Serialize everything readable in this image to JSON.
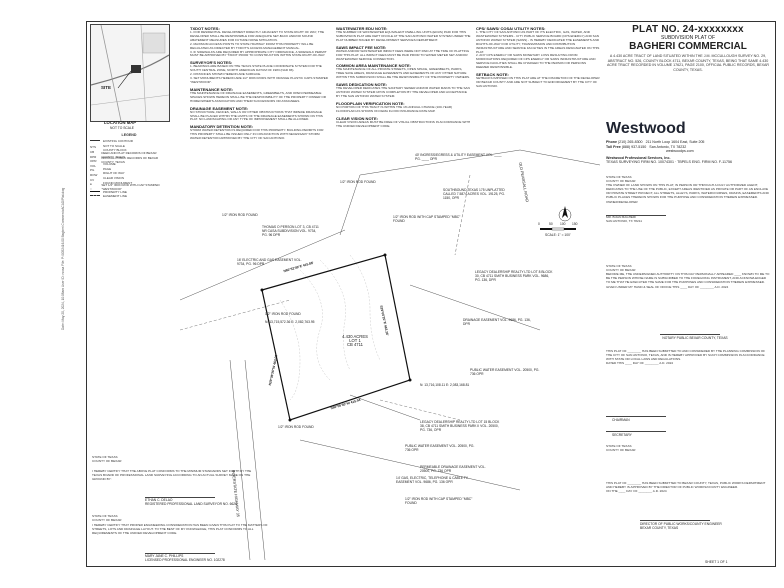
{
  "title_block": {
    "plat_number": "PLAT NO. 24-xxxxxxxx",
    "subdivision_label": "SUBDIVISION PLAT OF",
    "subdivision_name": "BAGHERI COMMERCIAL",
    "description": "A 4.430 ACRE TRACT OF LAND SITUATED WITHIN THE J.M. MCCULLOUGH SURVEY NO. 29, ABSTRACT NO. 526, COUNTY BLOCK 4711, BEXAR COUNTY, TEXAS, BEING THAT SAME 4.430 ACRE TRACT RECORDED IN VOLUME 17621, PAGE 2100, OFFICIAL PUBLIC RECORDS, BEXAR COUNTY, TEXAS."
  },
  "company": {
    "logo": "Westwood",
    "phone_label": "Phone",
    "phone": "(210) 265-8300",
    "tollfree_label": "Toll Free",
    "tollfree": "(888) 937-5150",
    "address1": "211 North Loop 1604 East, Suite 205",
    "address2": "San Antonio, TX 78232",
    "website": "westwoodps.com",
    "company_name": "Westwood Professional Services, Inc.",
    "firm_line": "TEXAS SURVEYING FIRM NO. 10074301 · TBPELS ENG. FIRM NO. F-11756"
  },
  "location_map": {
    "title": "LOCATION MAP",
    "scale": "NOT TO SCALE",
    "site": "SITE"
  },
  "legend": {
    "title": "LEGEND",
    "items": [
      "EXISTING CONTOUR",
      "NOT TO SCALE",
      "COUNTY BLOCK",
      "DEED AND PLAT RECORDS OF BEXAR COUNTY, TEXAS",
      "OFFICIAL PUBLIC RECORDS OF BEXAR COUNTY, TEXAS",
      "VOLUME",
      "PAGE",
      "RIGHT OF WAY",
      "CLEAR VISION",
      "FOUND MONUMENT",
      "SET 1/2\" IRON ROD WITH CAP STAMPED \"WESTWOOD\"",
      "PROPERTY LINE",
      "EASEMENT LINE"
    ]
  },
  "notes": {
    "col1_header": "TXDOT NOTES:",
    "col1_items": [
      "1. FOR RESIDENTIAL DEVELOPMENT DIRECTLY ADJACENT TO STATE RIGHT OF WAY, THE DEVELOPER SHALL BE RESPONSIBLE FOR ADEQUATE SET-BACK AND/OR SOUND ABATEMENT MEASURES FOR FUTURE NOISE MITIGATION.",
      "2. MAXIMUM ACCESS POINTS TO STATE HIGHWAY FROM THIS PROPERTY WILL BE REGULATED AS DIRECTED BY TXDOT'S ACCESS MANAGEMENT MANUAL.",
      "3. IF SIDEWALKS ARE REQUIRED BY APPROPRIATE CITY ORDINANCE, A SIDEWALK PERMIT MUST BE APPROVED BY TXDOT PRIOR TO CONSTRUCTION WITHIN STATE RIGHT-OF-WAY."
    ],
    "survey_header": "SURVEYOR'S NOTES:",
    "survey_items": [
      "1. BEARINGS ARE BASED ON THE TEXAS STATE PLANE COORDINATE SYSTEM FOR THE SOUTH CENTRAL ZONE, NORTH AMERICAN DATUM OF 1983 (NAD 83).",
      "2. DISTANCES SHOWN HEREON ARE SURFACE.",
      "3. SET MONUMENTS HEREON ARE 1/2\" IRON RODS WITH ORANGE PLASTIC CAPS STAMPED \"WESTWOOD\"."
    ],
    "maint_header": "MAINTENANCE NOTE:",
    "maint_text": "THE MAINTENANCE OF DRAINAGE EASEMENTS, GREENBELTS, AND OPEN PERMEABLE SPACES SHOWN HEREON SHALL BE THE RESPONSIBILITY OF THE PROPERTY OWNER OR HOMEOWNER'S ASSOCIATION AND THEIR SUCCESSORS OR ASSIGNEES.",
    "drainage_header": "DRAINAGE EASEMENT NOTE:",
    "drainage_text": "NO STRUCTURE, FENCES, WALLS OR OTHER OBSTRUCTIONS THAT IMPEDE DRAINAGE SHALL BE PLACED WITHIN THE LIMITS OF THE DRAINAGE EASEMENTS SHOWN ON THIS PLAT. NO LANDSCAPING OR ANY TYPE OF IMPROVEMENT SHALL BE ALLOWED.",
    "detention_header": "MANDATORY DETENTION NOTE:",
    "detention_text": "STORM WATER DETENTION IS REQUIRED FOR THIS PROPERTY. BUILDING PERMITS FOR THIS PROPERTY SHALL BE ISSUED ONLY IN CONJUNCTION WITH NECESSARY STORM WATER DETENTION APPROVED BY THE CITY OF SAN ANTONIO.",
    "col2_header": "WASTEWATER EDU NOTE:",
    "col2_text": "THE NUMBER OF WASTEWATER EQUIVALENT DWELLING UNITS (EDUS) PAID FOR THIS SUBDIVISION PLAT ARE KEPT ON FILE AT THE SAN ANTONIO WATER SYSTEM UNDER THE PLAT NUMBER ISSUED BY DEVELOPMENT SERVICES DEPARTMENT.",
    "saws_header": "SAWS IMPACT FEE NOTE:",
    "saws_text": "WATER AND/OR WASTEWATER IMPACT FEES WERE NOT PAID AT THE TIME OF PLATTING FOR THIS PLAT. ALL IMPACT FEES MUST BE PAID PRIOR TO WATER METER SET AND/OR WASTEWATER SERVICE CONNECTION.",
    "common_header": "COMMON AREA MAINTENANCE NOTE:",
    "common_text": "THE MAINTENANCE OF ALL PRIVATE STREETS, OPEN SPACE, GREENBELTS, PARKS, TREE SAVE AREAS, DRAINAGE EASEMENTS AND EASEMENTS OF ANY OTHER NATURE WITHIN THIS SUBDIVISION SHALL BE THE RESPONSIBILITY OF THE PROPERTY OWNERS.",
    "sewer_header": "SAWS DEDICATION NOTE:",
    "sewer_text": "THE DEVELOPER DEDICATES THE SANITARY SEWER AND/OR WATER MAINS TO THE SAN ANTONIO WATER SYSTEM UPON COMPLETION BY THE DEVELOPER AND ACCEPTANCE BY THE SAN ANTONIO WATER SYSTEM.",
    "flood_header": "FLOODPLAIN VERIFICATION NOTE:",
    "flood_text": "NO PORTION OF THIS TRACT IS WITHIN THE 1% ANNUAL CHANCE (100-YEAR) FLOODPLAIN AS SHOWN ON FEMA FLOOD INSURANCE RATE MAP.",
    "clear_header": "CLEAR VISION NOTE:",
    "clear_text": "CLEAR VISION AREAS MUST BE FREE OF VISUAL OBSTRUCTIONS IN ACCORDANCE WITH THE UNIFIED DEVELOPMENT CODE.",
    "col3_header": "CPS/ SAWS/ COSA/ UTILITY NOTES:",
    "col3_text": "1. THE CITY OF SAN ANTONIO AS PART OF ITS ELECTRIC, GAS, WATER, AND WASTEWATER SYSTEMS - CITY PUBLIC SERVICE BOARD (CPS ENERGY) AND SAN ANTONIO WATER SYSTEM (SAWS) - IS HEREBY DEDICATED THE EASEMENTS AND RIGHTS-OF-WAY FOR UTILITY, TRANSMISSION AND DISTRIBUTION INFRASTRUCTURE AND SERVICE FACILITIES IN THE AREAS DESIGNATED ON THIS PLAT.",
    "col3_text2": "2. ANY CPS ENERGY OR SAWS MONETARY LOSS RESULTING FROM MODIFICATIONS REQUIRED OF CPS ENERGY OR SAWS INFRASTRUCTURE AND SERVICE FACILITIES SHALL BE CHARGED TO THE PERSON OR PERSONS DEEMED RESPONSIBLE.",
    "setback_header": "SETBACK NOTE:",
    "setback_text": "SETBACKS IMPOSED ON THIS PLAT ARE AT THE DISCRETION OF THE DEVELOPER OR BEXAR COUNTY AND ARE NOT SUBJECT TO ENFORCEMENT BY THE CITY OF SAN ANTONIO."
  },
  "plan_labels": {
    "lot": "4.430 ACRES",
    "lot2": "LOT 1",
    "cb": "CB 4711",
    "rod1": "1/2\" IRON ROD FOUND",
    "rod2": "1/2\" IRON ROD FOUND",
    "rod3": "1/2\" IRON ROD FOUND",
    "rod4": "1/2\" IRON ROD FOUND",
    "rod_cap": "1/2\" IRON ROD WITH CAP STAMPED \"MBC\" FOUND",
    "rod_cap2": "1/2\" IRON ROD WITH CAP STAMPED \"MBC\" FOUND",
    "ingress": "40' INGRESS/EGRESS & UTILITY EASEMENT VOL. ____ PG. ____ OPR",
    "southbound": "SOUTHBOUND TEXAS 175 UNPLATTED CALLED 7.5874 ACRES VOL. 19125, PG. 1150, OPR",
    "thomas": "THOMAS O PERSON LOT 3, CB 4711 NR CASA SUBDIVISION VOL. 9734, PG. 96 DPR",
    "elec": "16' ELECTRIC AND GAS EASEMENT VOL. 9734, PG. 96 DPR",
    "legacy1": "LEGACY DEALERSHIP REALTY LTD LOT 8 BLOCK 30, CB 4711 SMITH BUSINESS PARK VOL. 9686, PG. 136, DPR",
    "drain": "DRAINAGE EASEMENT VOL. 9686, PG. 136, DPR",
    "water": "PUBLIC WATER EASEMENT VOL. 20500, PG. 736 OPR",
    "perm_drain": "PERMEABLE DRAINAGE EASEMENT VOL. 20500, PG. 736 OPR",
    "legacy2": "LEGACY DEALERSHIP REALTY LTD LOT 15 BLOCK 38, CB 4711 SMITH BUSINESS PARK II VOL. 20500, PG. 736, OPR",
    "water2": "PUBLIC WATER EASEMENT VOL. 20500, PG. 736 OPR",
    "elec2": "14' GAS, ELECTRIC, TELEPHONE & CABLE TV EASEMENT VOL. 9686, PG. 136 OPR",
    "road1": "INTERSTATE HIGHWAY 35",
    "road2": "OLD PEARSALL ROAD",
    "coord1": "N: 13,715,572.36 E: 2,082,763.95",
    "coord2": "N: 13,716,108.11 E: 2,083,168.81",
    "bearing1": "N60°52'49\"E 415.88'",
    "bearing2": "S29°06'20\"E 463.26'",
    "bearing3": "S60°56'40\"W 415.94'",
    "bearing4": "N29°06'36\"W 463.06'"
  },
  "certifications": {
    "state": "STATE OF TEXAS",
    "county": "COUNTY OF BEXAR",
    "owner_text": "THE OWNER OF LAND SHOWN ON THIS PLAT, IN PERSON OR THROUGH A DULY AUTHORIZED AGENT, DEDICATES TO THE USE OF THE PUBLIC, EXCEPT AREAS IDENTIFIED AS PRIVATE OR PART OF AN ENCLAVE OR PRIVATE STREET PROJECT, ALL STREETS, ALLEYS, PARKS, WATERCOURSES, DRAINS, EASEMENTS AND PUBLIC PLACES THEREON SHOWN FOR THE PURPOSE AND CONSIDERATION THEREIN EXPRESSED.",
    "owner_name": "OWNER/DEVELOPER",
    "owner_sig": "MR. BIJAN BAGHERI",
    "owner_addr": "SAN ANTONIO, TX 78211",
    "notary_text": "BEFORE ME, THE UNDERSIGNED AUTHORITY ON THIS DAY PERSONALLY APPEARED ____ KNOWN TO ME TO BE THE PERSON WHOSE NAME IS SUBSCRIBED TO THE FOREGOING INSTRUMENT, AND ACKNOWLEDGED TO ME THAT HE EXECUTED THE SAME FOR THE PURPOSES AND CONSIDERATION THEREIN EXPRESSED.",
    "notary_given": "GIVEN UNDER MY HAND & SEAL OF OFFICE THIS ____ DAY OF ________ A.D. 2024",
    "notary_public": "NOTARY PUBLIC BEXAR COUNTY, TEXAS",
    "planning_text": "THIS PLAT OF ________ HAS BEEN SUBMITTED TO AND CONSIDERED BY THE PLANNING COMMISSION OF THE CITY OF SAN ANTONIO, TEXAS, AND IS HEREBY APPROVED BY SUCH COMMISSION IN ACCORDANCE WITH STATE OR LOCAL LAWS AND REGULATIONS.",
    "dated": "DATED THIS ____ DAY OF ________ A.D. 2024",
    "chairman": "CHAIRMAN",
    "secretary": "SECRETARY",
    "county_text": "THIS PLAT OF ________ HAS BEEN SUBMITTED TO BEXAR COUNTY, TEXAS, PUBLIC WORKS DEPARTMENT AND HEREBY IS APPROVED BY THE DIRECTOR OF PUBLIC WORKS/COUNTY ENGINEER.",
    "county_dated": "ON THE ____ DAY OF ________ A.D. 2024",
    "director": "DIRECTOR OF PUBLIC WORKS/COUNTY ENGINEER BEXAR COUNTY, TEXAS",
    "surveyor_text": "I HEREBY CERTIFY THAT THE ABOVE PLAT CONFORMS TO THE MINIMUM STANDARDS SET FORTH BY THE TEXAS BOARD OF PROFESSIONAL LAND SURVEYING ACCORDING TO AN ACTUAL SURVEY MADE ON THE GROUND BY:",
    "surveyor_name": "ETHAN C. DELAO",
    "surveyor_title": "REGISTERED PROFESSIONAL LAND SURVEYOR NO. 6626",
    "engineer_text": "I HEREBY CERTIFY THAT PROPER ENGINEERING CONSIDERATION HAS BEEN GIVEN THIS PLAT TO THE MATTERS OF STREETS, LOTS AND DRAINAGE LAYOUT. TO THE BEST OF MY KNOWLEDGE, THIS PLAT CONFORMS TO ALL REQUIREMENTS OF THE UNIFIED DEVELOPMENT CODE.",
    "engineer_name": "MARY JANE C. PHILLIPS",
    "engineer_title": "LICENSED PROFESSIONAL ENGINEER NO. 102278"
  },
  "scale": {
    "ticks": [
      "0",
      "50",
      "100",
      "150"
    ],
    "units": "SCALE: 1\" = 100'"
  },
  "sheet": "SHEET 1 OF 1",
  "side_stamp": "Date: May 20, 2024, 10:08am  User ID: rsosa  File: P:\\0052416.00 Bagheri Commercial\\CAD\\Plat.dwg"
}
